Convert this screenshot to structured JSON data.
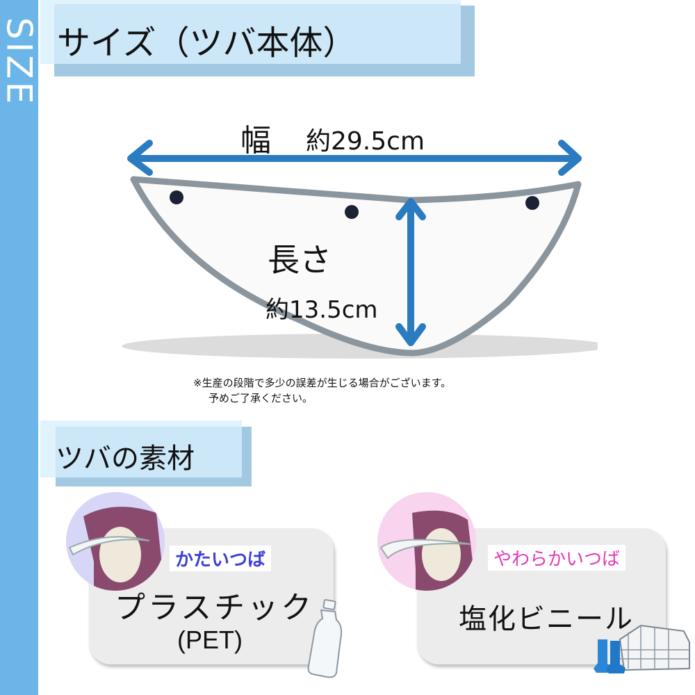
{
  "sidebar": {
    "label": "SIZE",
    "color": "#6cb5e8"
  },
  "size_section": {
    "title": "サイズ（ツバ本体）"
  },
  "dimensions": {
    "width_label": "幅",
    "width_value": "約29.5cm",
    "length_label": "長さ",
    "length_value": "約13.5cm",
    "arrow_color": "#2a7bc0"
  },
  "note": {
    "line1": "※生産の段階で多少の誤差が生じる場合がございます。",
    "line2": "予めご了承ください。"
  },
  "material_section": {
    "title": "ツバの素材"
  },
  "materials": [
    {
      "badge": "かたいつば",
      "badge_color": "#3b3fd6",
      "name": "プラスチック",
      "sub": "(PET)",
      "circle_color": "#d8d6f7",
      "icon": "plastic-bottle-icon"
    },
    {
      "badge": "やわらかいつば",
      "badge_color": "#e03ab8",
      "name": "塩化ビニール",
      "sub": "",
      "circle_color": "#f8d4ee",
      "icon": "greenhouse-boots-icon"
    }
  ]
}
